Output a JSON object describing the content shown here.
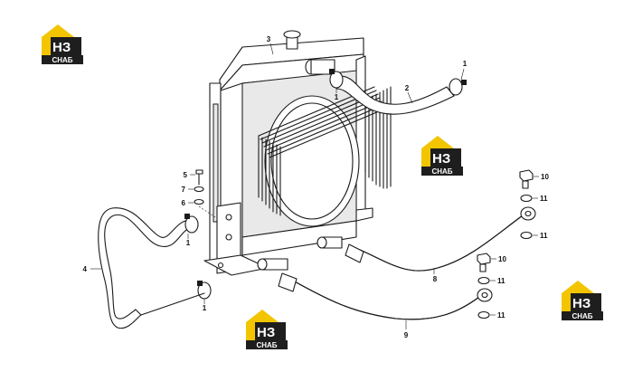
{
  "brand": {
    "mark": "НЗ",
    "name": "СНАБ",
    "colors": {
      "yellow": "#f2c500",
      "dark": "#1e1e1e"
    }
  },
  "callouts": [
    {
      "id": "c1a",
      "text": "1"
    },
    {
      "id": "c1b",
      "text": "1"
    },
    {
      "id": "c1c",
      "text": "1"
    },
    {
      "id": "c1d",
      "text": "1"
    },
    {
      "id": "c2",
      "text": "2"
    },
    {
      "id": "c3",
      "text": "3"
    },
    {
      "id": "c4",
      "text": "4"
    },
    {
      "id": "c5",
      "text": "5"
    },
    {
      "id": "c6",
      "text": "6"
    },
    {
      "id": "c7",
      "text": "7"
    },
    {
      "id": "c8",
      "text": "8"
    },
    {
      "id": "c9",
      "text": "9"
    },
    {
      "id": "c10a",
      "text": "10"
    },
    {
      "id": "c10b",
      "text": "10"
    },
    {
      "id": "c11a",
      "text": "11"
    },
    {
      "id": "c11b",
      "text": "11"
    },
    {
      "id": "c11c",
      "text": "11"
    },
    {
      "id": "c11d",
      "text": "11"
    }
  ]
}
